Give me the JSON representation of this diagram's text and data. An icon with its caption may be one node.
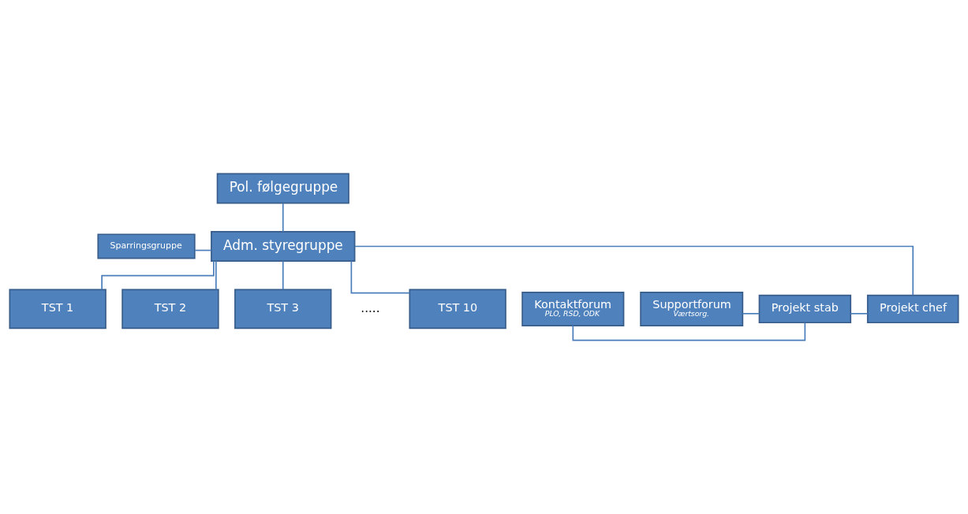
{
  "diagram": {
    "nodes": [
      {
        "text": [
          "Pol. følgegruppe"
        ]
      },
      {
        "text": [
          "Sparringsgruppe"
        ]
      },
      {
        "text": [
          "Adm. styregruppe"
        ]
      },
      {
        "text": [
          "Kontaktforum",
          "PLO, RSD, ODK"
        ]
      },
      {
        "text": [
          "Projekt stab"
        ]
      },
      {
        "text": [
          "Projekt chef"
        ]
      },
      {
        "text": [
          "Supportforum",
          "Værtsorg."
        ]
      },
      {
        "text": [
          "TST 1"
        ]
      },
      {
        "text": [
          "TST 2"
        ]
      },
      {
        "text": [
          "TST 3"
        ]
      },
      {
        "text": [
          "TST 10"
        ]
      }
    ],
    "edges": [
      {
        "from": 0,
        "to": 2,
        "arrow": "none"
      },
      {
        "from": 1,
        "to": 2,
        "arrow": "none"
      },
      {
        "from": 2,
        "to": 5,
        "arrow": "none"
      },
      {
        "from": 4,
        "to": 5,
        "arrow": "none"
      },
      {
        "from": 3,
        "to": 4,
        "arrow": "none"
      },
      {
        "from": 6,
        "to": 4,
        "arrow": "none"
      },
      {
        "from": 2,
        "to": 7,
        "arrow": "none"
      },
      {
        "from": 2,
        "to": 8,
        "arrow": "none"
      },
      {
        "from": 2,
        "to": 9,
        "arrow": "none"
      },
      {
        "from": 2,
        "to": 10,
        "arrow": "none"
      }
    ],
    "labels": [
      "....."
    ]
  }
}
